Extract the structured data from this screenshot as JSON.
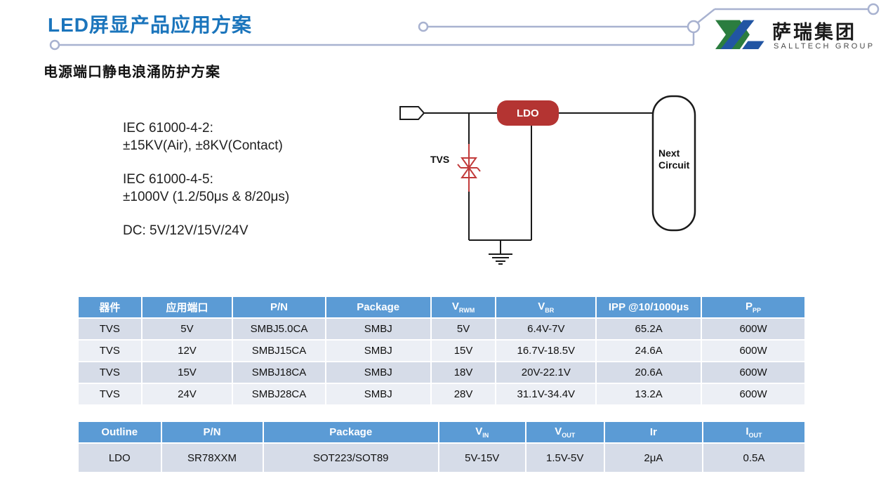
{
  "page": {
    "title": "LED屏显产品应用方案",
    "subtitle": "电源端口静电浪涌防护方案"
  },
  "logo": {
    "company_cn": "萨瑞集团",
    "company_en": "SALLTECH GROUP"
  },
  "specs": {
    "esd_title": "IEC 61000-4-2:",
    "esd_value": "±15KV(Air), ±8KV(Contact)",
    "surge_title": "IEC 61000-4-5:",
    "surge_value": "±1000V  (1.2/50μs & 8/20μs)",
    "dc_line": "DC:  5V/12V/15V/24V"
  },
  "circuit": {
    "tvs_label": "TVS",
    "ldo_label": "LDO",
    "next_label_line1": "Next",
    "next_label_line2": "Circuit"
  },
  "colors": {
    "title_blue": "#1B75BC",
    "table_header_blue": "#5B9BD5",
    "row_band_dark": "#D6DCE8",
    "row_band_light": "#ECEFF5",
    "ldo_red": "#B43432",
    "tvs_red": "#C23B3B",
    "decor_line": "#A8B2D0",
    "logo_green": "#2B7D3F",
    "logo_blue": "#2155A3"
  },
  "tables": {
    "tvs": {
      "headers": [
        {
          "label": "器件"
        },
        {
          "label": "应用端口"
        },
        {
          "label": "P/N"
        },
        {
          "label": "Package"
        },
        {
          "label": "V",
          "sub": "RWM"
        },
        {
          "label": "V",
          "sub": "BR"
        },
        {
          "label": "IPP @10/1000μs"
        },
        {
          "label": "P",
          "sub": "PP"
        }
      ],
      "rows": [
        [
          "TVS",
          "5V",
          "SMBJ5.0CA",
          "SMBJ",
          "5V",
          "6.4V-7V",
          "65.2A",
          "600W"
        ],
        [
          "TVS",
          "12V",
          "SMBJ15CA",
          "SMBJ",
          "15V",
          "16.7V-18.5V",
          "24.6A",
          "600W"
        ],
        [
          "TVS",
          "15V",
          "SMBJ18CA",
          "SMBJ",
          "18V",
          "20V-22.1V",
          "20.6A",
          "600W"
        ],
        [
          "TVS",
          "24V",
          "SMBJ28CA",
          "SMBJ",
          "28V",
          "31.1V-34.4V",
          "13.2A",
          "600W"
        ]
      ]
    },
    "ldo": {
      "headers": [
        {
          "label": "Outline"
        },
        {
          "label": "P/N"
        },
        {
          "label": "Package"
        },
        {
          "label": "V",
          "sub": "IN"
        },
        {
          "label": "V",
          "sub": "OUT"
        },
        {
          "label": "Ir"
        },
        {
          "label": "I",
          "sub": "OUT"
        }
      ],
      "rows": [
        [
          "LDO",
          "SR78XXM",
          "SOT223/SOT89",
          "5V-15V",
          "1.5V-5V",
          "2μA",
          "0.5A"
        ]
      ]
    }
  }
}
